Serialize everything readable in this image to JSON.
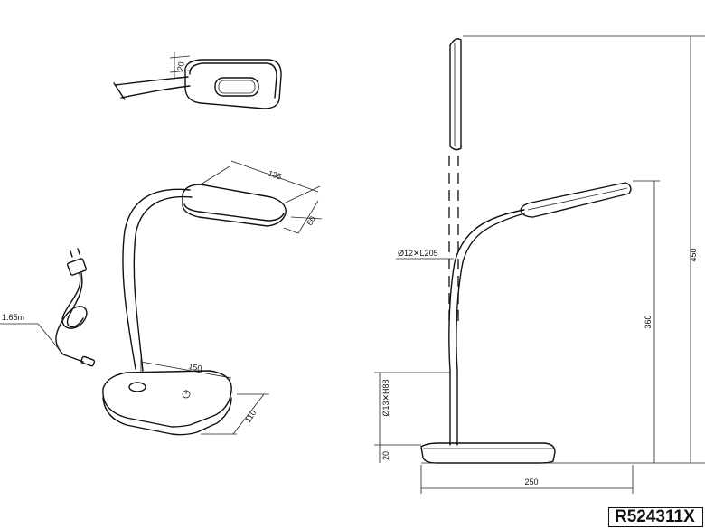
{
  "model": "R524311X",
  "dimensions": {
    "cable_thickness": "20",
    "head_length": "135",
    "head_width": "60",
    "cable_length": "1.65m",
    "base_length": "150",
    "base_width": "110",
    "arm_spec": "Ø12✕L205",
    "stem_spec": "Ø13✕H88",
    "base_height": "20",
    "overall_height": "450",
    "arm_height": "360",
    "overall_width": "250"
  }
}
